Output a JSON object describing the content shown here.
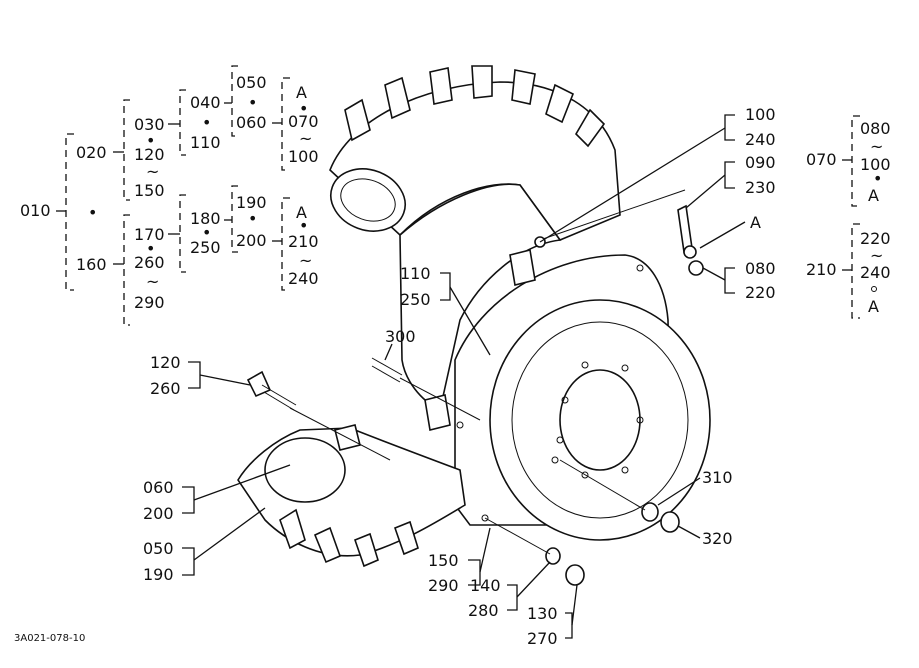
{
  "tree": {
    "root": "010",
    "dot": "•",
    "tilde": "~",
    "upper_branch": {
      "a": "020",
      "b": "120",
      "c": "150",
      "d": "030",
      "e": "040",
      "f": "110",
      "g": "050",
      "h": "060",
      "i": "A",
      "j": "070",
      "k": "100"
    },
    "lower_branch": {
      "a": "160",
      "b": "170",
      "c": "260",
      "d": "290",
      "e": "180",
      "f": "250",
      "g": "190",
      "h": "200",
      "i": "A",
      "j": "210",
      "k": "240"
    }
  },
  "right_tree": {
    "group_070": {
      "label": "070",
      "top": "080",
      "mid": "100",
      "bottom": "A"
    },
    "group_210": {
      "label": "210",
      "top": "220",
      "mid": "240",
      "bottom": "A"
    }
  },
  "callouts": {
    "c100_240": [
      "100",
      "240"
    ],
    "c090_230": [
      "090",
      "230"
    ],
    "cA": "A",
    "c080_220": [
      "080",
      "220"
    ],
    "c110_250": [
      "110",
      "250"
    ],
    "c300": "300",
    "c120_260": [
      "120",
      "260"
    ],
    "c060_200": [
      "060",
      "200"
    ],
    "c050_190": [
      "050",
      "190"
    ],
    "c150_290": [
      "150",
      "290"
    ],
    "c140_280": [
      "140",
      "280"
    ],
    "c130_270": [
      "130",
      "270"
    ],
    "c310": "310",
    "c320": "320"
  },
  "footer": {
    "code": "3A021-078-10"
  }
}
